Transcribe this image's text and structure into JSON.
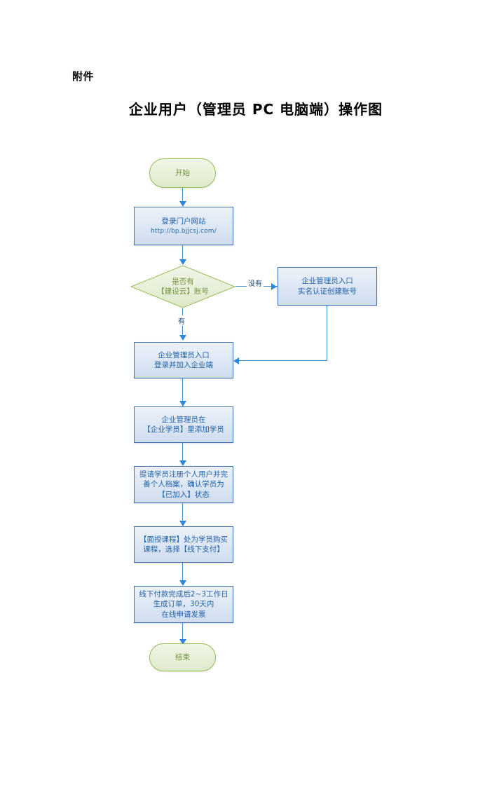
{
  "document": {
    "attachment_label": "附件",
    "title": "企业用户（管理员 PC 电脑端）操作图"
  },
  "colors": {
    "process_border": "#4472A8",
    "process_fill": "#DCE6F4",
    "process_text": "#1F60A8",
    "terminator_border": "#9BBB59",
    "terminator_fill": "#E6EFD7",
    "terminator_text": "#76923C",
    "connector": "#3C8CD2",
    "arrow": "#2E86DE"
  },
  "flow": {
    "start": {
      "label": "开始"
    },
    "step_login": {
      "line1": "登录门户网站",
      "line2": "http://bp.bjjcsj.com/"
    },
    "decision": {
      "line1": "是否有",
      "line2": "【建设云】账号",
      "branch_no": "没有",
      "branch_yes": "有"
    },
    "step_register": {
      "line1": "企业管理员入口",
      "line2": "实名认证创建账号"
    },
    "step_join": {
      "line1": "企业管理员入口",
      "line2": "登录并加入企业端"
    },
    "step_add_student": {
      "line1": "企业管理员在",
      "line2": "【企业学员】里添加学员"
    },
    "step_student_profile": {
      "line1": "提请学员注册个人用户并完",
      "line2": "善个人档案，确认学员为",
      "line3": "【已加入】状态"
    },
    "step_buy_course": {
      "line1": "【面授课程】处为学员购买",
      "line2": "课程，选择【线下支付】"
    },
    "step_invoice": {
      "line1": "线下付款完成后2~3工作日",
      "line2": "生成订单，30天内",
      "line3": "在线申请发票"
    },
    "end": {
      "label": "结束"
    }
  }
}
